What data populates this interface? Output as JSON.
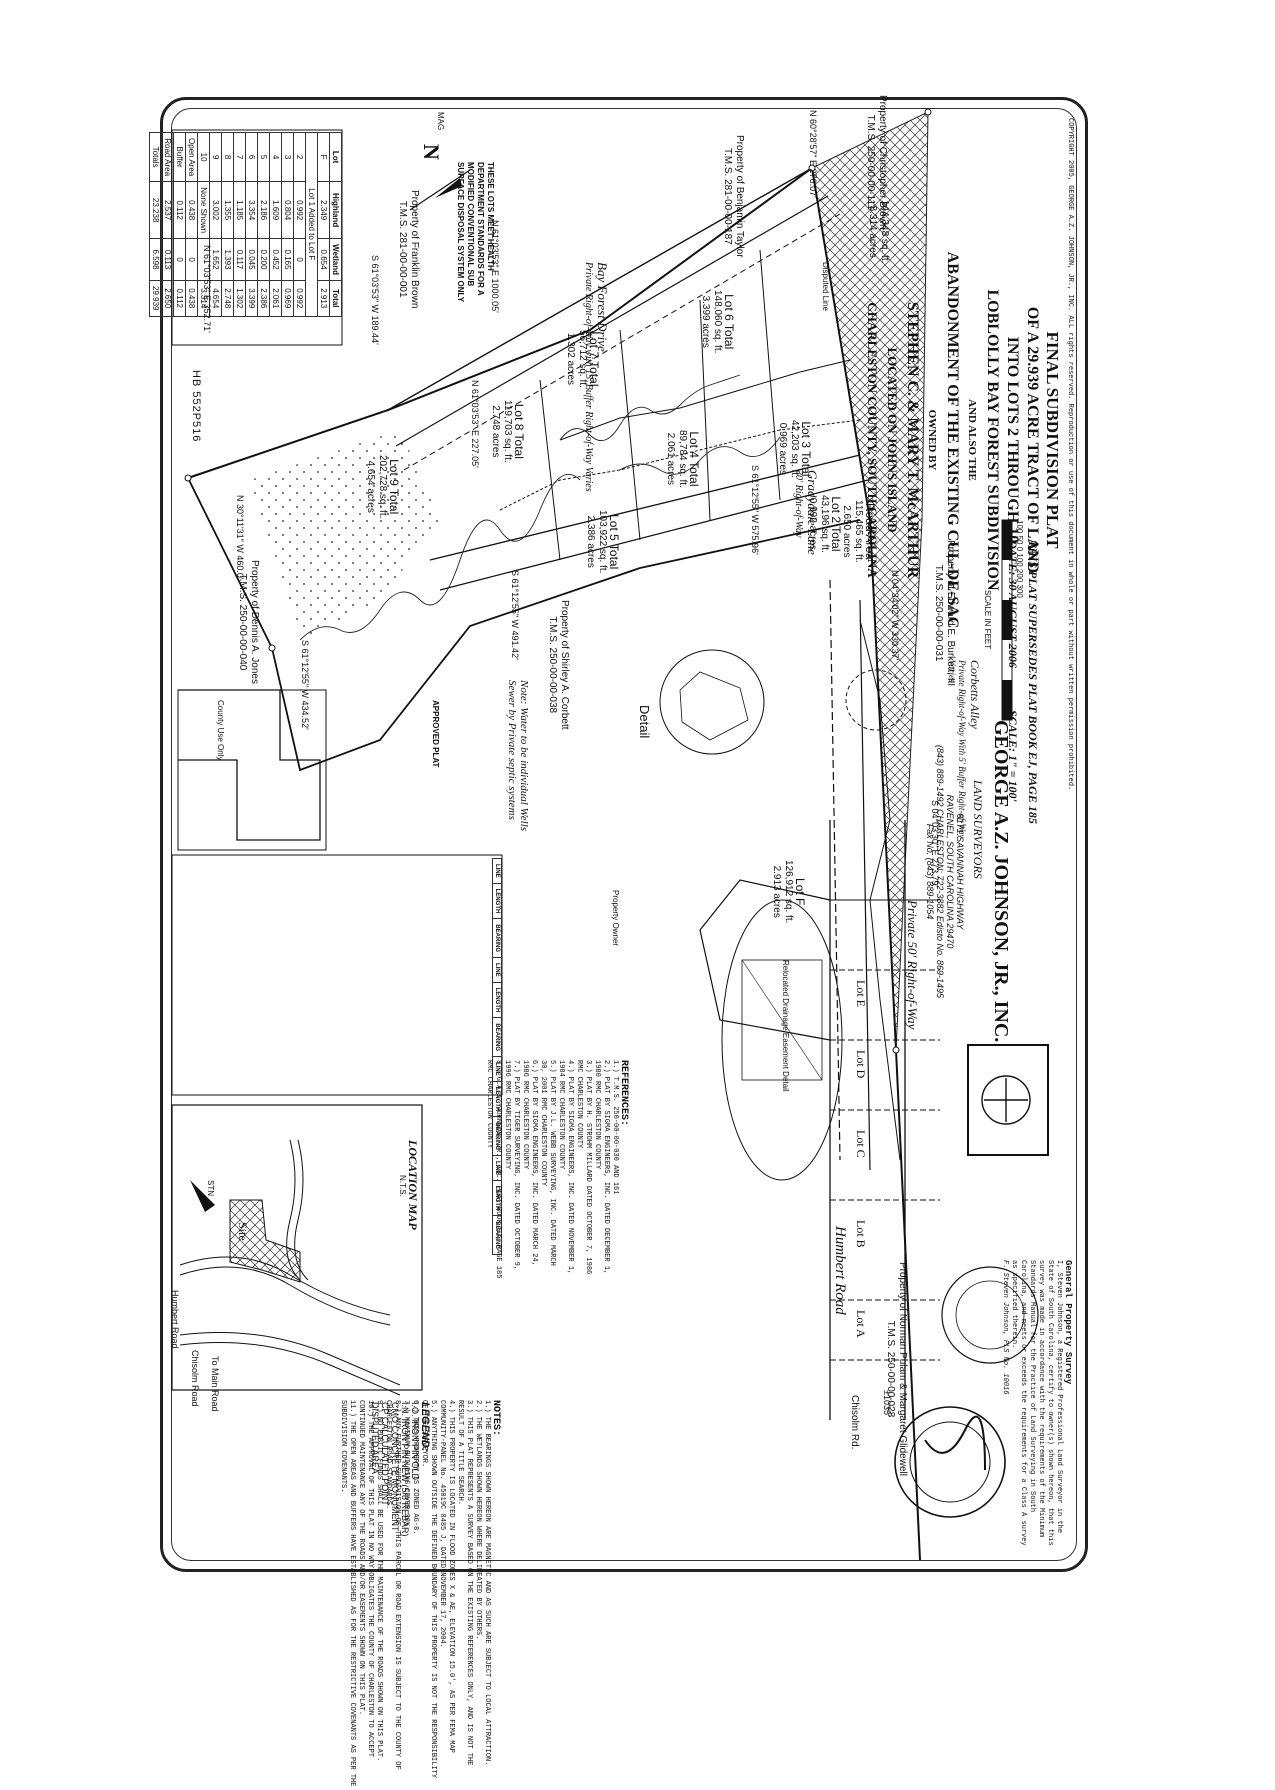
{
  "header_code": "HB 552P516",
  "north_label": "MAG",
  "north_symbol": "N",
  "sheet_title": {
    "line1": "FINAL SUBDIVISION PLAT",
    "line2": "OF A 29.939 ACRE TRACT OF LAND",
    "line3": "INTO LOTS 2 THROUGH 10",
    "line4": "LOBLOLLY BAY FOREST SUBDIVISION",
    "line5": "AND ALSO THE",
    "line6": "ABANDONMENT OF THE EXISTING CUL-DE-SAC",
    "line7": "OWNED BY",
    "line8": "STEPHEN C. & MARY T. McARTHUR",
    "line9": "LOCATED ON JOHNS ISLAND",
    "line10": "CHARLESTON COUNTY, SOUTH CAROLINA"
  },
  "date_scale": {
    "date": "DATE: 30 AUGUST 2006",
    "scale": "SCALE: 1\" = 100'",
    "scale_feet": "SCALE IN FEET",
    "supersedes": "THIS PLAT SUPERSEDES PLAT BOOK EJ, PAGE 185",
    "ticks": [
      "100",
      "50",
      "0",
      "100",
      "200",
      "300"
    ]
  },
  "surveyor": {
    "name": "GEORGE A.Z. JOHNSON, JR., INC.",
    "sub": "LAND SURVEYORS",
    "addr1": "6171 SAVANNAH HIGHWAY",
    "addr2": "RAVENEL, SOUTH CAROLINA 29470",
    "phone": "(843) 889-1492  CHARLESTON: 722-3882  Edisto No. 869-1495",
    "fax": "Fax No. (843) 889-1054"
  },
  "lot_table": {
    "headers": [
      "Lot",
      "Highland",
      "Wetland",
      "Total"
    ],
    "rows": [
      [
        "F",
        "2.349",
        "0.654",
        "2.913"
      ],
      [
        "Lot 1 Added to Lot F",
        "",
        "",
        ""
      ],
      [
        "2",
        "0.992",
        "0",
        "0.992"
      ],
      [
        "3",
        "0.804",
        "0.165",
        "0.969"
      ],
      [
        "4",
        "1.609",
        "0.452",
        "2.061"
      ],
      [
        "5",
        "2.186",
        "0.200",
        "2.386"
      ],
      [
        "6",
        "3.354",
        "0.045",
        "3.399"
      ],
      [
        "7",
        "1.185",
        "0.117",
        "1.302"
      ],
      [
        "8",
        "1.355",
        "1.393",
        "2.748"
      ],
      [
        "9",
        "3.002",
        "1.652",
        "4.654"
      ],
      [
        "10",
        "None Shown",
        "",
        "3.314"
      ],
      [
        "Open Area",
        "0.438",
        "0",
        "0.438"
      ],
      [
        "Buffer",
        "0.112",
        "0",
        "0.112"
      ],
      [
        "Road Area",
        "2.537",
        "0.113",
        "2.650"
      ],
      [
        "Totals",
        "23.238",
        "6.598",
        "29.939"
      ]
    ]
  },
  "properties": {
    "franklin": {
      "name": "Property of Franklin Brown",
      "tms": "T.M.S. 281-00-00-001"
    },
    "christopher": {
      "name": "Property of Christopher Brown",
      "tms": "T.M.S. 250-00-00-111"
    },
    "benjamin": {
      "name": "Property of Benjamin Taylor",
      "tms": "T.M.S. 281-00-00-187"
    },
    "edward": {
      "name": "Property of Edward E. Burkett, III",
      "tms": "T.M.S. 250-00-00-031"
    },
    "shirley": {
      "name": "Property of Shirley A. Corbett",
      "tms": "T.M.S. 250-00-00-038"
    },
    "dennis": {
      "name": "Property of Dennis A. Jones",
      "tms": "T.M.S. 250-00-00-040"
    },
    "norman": {
      "name": "Property of Norman Pulam & Margaret Glidewell",
      "tms": "T.M.S. 250-00-00-028"
    }
  },
  "roads": {
    "bay_forest": "Bay Forest Drive",
    "bay_forest_sub": "Private Right-of-Way with 15' Buffer Right-of-Way Varies",
    "gradydale": "Gradydale Lane",
    "gradydale_sub": "30' Right-of-Way",
    "corbetts": "Corbetts Alley",
    "corbetts_sub": "Private Right-of-Way With 5' Buffer Right-of-Way Varies",
    "humbert": "Humbert Road",
    "chisolm": "Chisolm Rd.",
    "private_row": "Private 50' Right-of-Way"
  },
  "lots": {
    "lot9": {
      "name": "Lot 9 Total",
      "area": "202,728 sq. ft.",
      "acres": "4.654 acres"
    },
    "lot8": {
      "name": "Lot 8 Total",
      "area": "119,703 sq. ft.",
      "acres": "2.748 acres"
    },
    "lot7": {
      "name": "Lot 7 Total",
      "area": "56,712 sq. ft.",
      "acres": "1.302 acres"
    },
    "lot6": {
      "name": "Lot 6 Total",
      "area": "148,060 sq. ft.",
      "acres": "3.399 acres"
    },
    "lot5": {
      "name": "Lot 5 Total",
      "area": "103,922 sq. ft.",
      "acres": "2.386 acres"
    },
    "lot4": {
      "name": "Lot 4 Total",
      "area": "89,784 sq. ft.",
      "acres": "2.061 acres"
    },
    "lot3": {
      "name": "Lot 3 Total",
      "area": "42,203 sq. ft.",
      "acres": "0.969 acres"
    },
    "lot2": {
      "name": "Lot 2 Total",
      "area": "43,196 sq. ft.",
      "acres": "0.992 acres"
    },
    "lotF": {
      "name": "Lot F",
      "area": "126,912 sq. ft.",
      "acres": "2.913 acres"
    },
    "lotA": "Lot A",
    "lotB": "Lot B",
    "lotC": "Lot C",
    "lotD": "Lot D",
    "lotE": "Lot E",
    "road_area": {
      "name": "Road Area",
      "area": "115,465 sq. ft.",
      "acres": "2.650 acres"
    },
    "lot10": {
      "area": "144,348 sq. ft.",
      "acres": "3.314 acres"
    }
  },
  "labels": {
    "disputed_area": "Disputed Area",
    "disputed_line": "Disputed Line",
    "detail": "Detail",
    "relocated_easement": "Relocated Drainage Easement Detail",
    "location_map": "LOCATION MAP",
    "nts": "N.T.S.",
    "site": "Site",
    "county_use": "County Use Only",
    "approved_plat": "APPROVED PLAT",
    "note_water": "Note: Water to be individual Wells Sewer by Private septic systems",
    "property_owner": "Property Owner",
    "lots_note": "THESE LOTS MEET HEALTH DEPARTMENT STANDARDS FOR A MODIFIED CONVENTIONAL SUB SURFACE DISPOSAL SYSTEM ONLY"
  },
  "legend": {
    "title": "LEGEND:",
    "items": [
      "I.O.  IRON PIN OLD",
      "I.N.  IRON PIN NEW (5/8 REBAR)",
      "CMO  CONCRETE MONUMENT",
      "CP  CALCULATED POINT",
      "DISPUTED AREA"
    ]
  },
  "notes": {
    "title": "NOTES:",
    "items": [
      "1.) THE BEARINGS SHOWN HEREON ARE MAGNETIC AND AS SUCH ARE SUBJECT TO LOCAL ATTRACTION.",
      "2.) THE WETLANDS SHOWN HEREON WHERE DELINEATED BY OTHERS.",
      "3.) THIS PLAT REPRESENTS A SURVEY BASED ON THE EXISTING REFERENCES ONLY, AND IS NOT THE RESULT OF A TITLE SEARCH.",
      "4.) THIS PROPERTY IS LOCATED IN FLOOD ZONES X & AE, ELEVATION 15.0', AS PER FEMA MAP COMMUNITY-PANEL No. 45019C 0485 J, DATED NOVEMBER 17, 2004.",
      "5.) ANYTHING SHOWN OUTSIDE THE DEFINED BOUNDARY OF THIS PROPERTY IS NOT THE RESPONSIBILITY OF THE SURVEYOR.",
      "6.) THIS PROPERTY IS ZONED AG-8.",
      "7.) MAXIMUM BUILDING COVER 30%",
      "8.) ANY FURTHER SUBDIVISION OF THIS PARCEL OR ROAD EXTENSION IS SUBJECT TO THE COUNTY OF CHARLESTON ROAD STANDARDS.",
      "9.) NO PUBLIC FUNDS SHALL BE USED FOR THE MAINTENANCE OF THE ROADS SHOWN ON THIS PLAT.",
      "10.) THE APPROVAL OF THIS PLAT IN NO WAY OBLIGATES THE COUNTY OF CHARLESTON TO ACCEPT CONTINUED MAINTENANCE ANY OF THE ROADS AND/OR EASEMENTS SHOWN ON THIS PLAT.",
      "11.) THE OPEN AREAS AND BUFFERS HAVE ESTABLISHED AS FOR THE RESTRICTIVE COVENANTS AS PER THE SUBDIVISION COVENANTS."
    ]
  },
  "references": {
    "title": "REFERENCES:",
    "items": [
      "1.) T.M.S. 250-00-00-030 AND 161",
      "2.) PLAT BY SIGMA ENGINEERS, INC. DATED DECEMBER 1, 1980 RMC CHARLESTON COUNTY",
      "3.) PLAT BY H. STROHM MILLARD DATED OCTOBER 7, 1986 RMC CHARLESTON COUNTY",
      "4.) PLAT BY SIGMA ENGINEERS, INC. DATED NOVEMBER 1, 1984 RMC CHARLESTON COUNTY",
      "5.) PLAT BY J.L. WEBB SURVEYING, INC. DATED MARCH 30, 2001 RMC CHARLESTON COUNTY",
      "6.) PLAT BY SIGMA ENGINEERS, INC. DATED MARCH 24, 1986 RMC CHARLESTON COUNTY",
      "7.) PLAT BY TIGER SURVEYING, INC. DATED OCTOBER 9, 1996 RMC CHARLESTON COUNTY",
      "8.) G.A.Z. JOHNSON, JR., INC. PLAT BOOK EJ, PAGE 185 RMC CHARLESTON COUNTY"
    ]
  },
  "surveyor_cert": {
    "title": "General Property Survey",
    "text": "I, Steven Johnson, a Registered Professional Land Surveyor in the State of South Carolina, certify to owner(s) shown hereon, that this survey was made in accordance with the requirements of the Minimum Standards Manual for the Practice of Land Surveying in South Carolina, and meets or exceeds the requirements for a Class A survey as specified therein.",
    "signature": "F. Steven Johnson, PLS No. 10016"
  },
  "copyright": "COPYRIGHT 2005, GEORGE A.Z. JOHNSON, JR., INC. ALL rights reserved. Reproduction or use of this document in whole or part without written permission prohibited.",
  "line_table_headers": [
    "LINE",
    "LENGTH",
    "BEARING"
  ],
  "boundary_calls": {
    "top1": "N 61°03'53\" E  352.71'",
    "top2": "S 61°03'53\" W  189.44'",
    "top3": "N 61°03'53\" E  227.05'",
    "top4": "N 61°03'53\" E  1000.05'",
    "top5": "N 60°28'57\" E  276.07'",
    "gradydale1": "S 61°12'55\" W  575.96'",
    "gradydale2": "S 61°12'55\" W  491.42'",
    "west": "N 30°11'31\" W  460.0'",
    "corbett": "S 61°12'55\" W  434.52'",
    "east": "N 04°34'02\" W  330.37'",
    "private": "S 04°03'30\" E  273.79'",
    "chisolm_dist": "±1035'"
  },
  "map_roads": {
    "humbert": "Humbert Road",
    "chisolm": "Chisolm Road",
    "to_main": "To Main Road",
    "stn": "STN"
  },
  "colors": {
    "ink": "#111111",
    "paper": "#ffffff",
    "hatch": "#333333"
  }
}
